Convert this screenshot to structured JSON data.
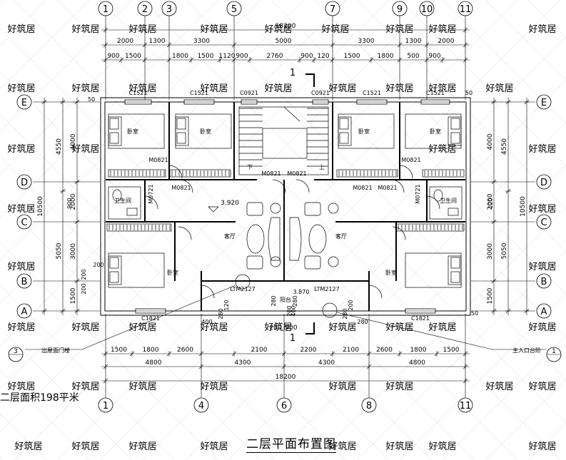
{
  "title": "二层平面布置图",
  "area_note": "二层面积198平米",
  "watermark": "好筑居",
  "axes_top": [
    "1",
    "2",
    "3",
    "5",
    "7",
    "9",
    "10",
    "11"
  ],
  "axes_bottom": [
    "1",
    "4",
    "6",
    "8",
    "11"
  ],
  "axes_side": [
    "E",
    "D",
    "C",
    "B",
    "A"
  ],
  "overall_width": "18200",
  "dims_top_row1": [
    "2000",
    "1300",
    "3300",
    "5000",
    "3300",
    "1300",
    "2000"
  ],
  "dims_top_row2": [
    "900",
    "1500",
    "1800",
    "1500",
    "1120",
    "900",
    "2760",
    "900",
    "120",
    "1500",
    "1800",
    "500",
    "900"
  ],
  "dims_bottom_row1": [
    "1500",
    "1800",
    "2600",
    "2100",
    "2200",
    "2100",
    "2600",
    "1800",
    "1500"
  ],
  "dims_bottom_row2": [
    "4800",
    "4300",
    "4300",
    "4800"
  ],
  "dims_left_outer": [
    "10500"
  ],
  "dims_left_mid": [
    "4550",
    "5050"
  ],
  "dims_left_inner": [
    "4000",
    "2000",
    "3000",
    "1500"
  ],
  "dims_right_outer": [
    "10500"
  ],
  "dims_right_mid": [
    "4550",
    "5050"
  ],
  "dims_right_inner": [
    "4000",
    "2000",
    "3000",
    "1500"
  ],
  "small_dims": [
    "50",
    "50",
    "200",
    "200",
    "200",
    "200",
    "900",
    "900",
    "120",
    "280",
    "120",
    "280",
    "200",
    "200",
    "400",
    "400",
    "280",
    "280"
  ],
  "windows": [
    "C1521",
    "C1521",
    "C0921",
    "C0921",
    "C1521",
    "C1521",
    "C1821",
    "C1821"
  ],
  "doors": [
    "M0821",
    "M0821",
    "M0821",
    "M0821",
    "M0821",
    "M0821",
    "M0821",
    "M0721",
    "M0721"
  ],
  "sliding_doors": [
    "LTM2127",
    "LTM2127"
  ],
  "rooms": [
    "卧室",
    "卧室",
    "卧室",
    "卧室",
    "卧室",
    "卧室",
    "卫生间",
    "卫生间",
    "客厅",
    "客厅",
    "阳台"
  ],
  "stair_labels": [
    "下",
    "上"
  ],
  "elevation": "3.920",
  "balcony_elev": "3.870",
  "section_mark": "1",
  "callout_left": {
    "num": "3",
    "text": "出屋面门楼"
  },
  "callout_right": {
    "num": "1",
    "text": "主入口台阶"
  }
}
